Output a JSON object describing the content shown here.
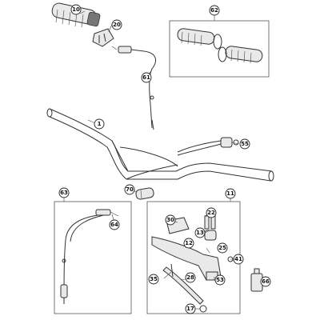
{
  "callouts": {
    "c10": "10",
    "c20": "20",
    "c61": "61",
    "c1": "1",
    "c55": "55",
    "c62": "62",
    "c63": "63",
    "c64": "64",
    "c70": "70",
    "c11": "11",
    "c30": "30",
    "c22": "22",
    "c13": "13",
    "c12": "12",
    "c25": "25",
    "c41": "41",
    "c35": "35",
    "c28": "28",
    "c53": "53",
    "c66": "66",
    "c17": "17"
  }
}
